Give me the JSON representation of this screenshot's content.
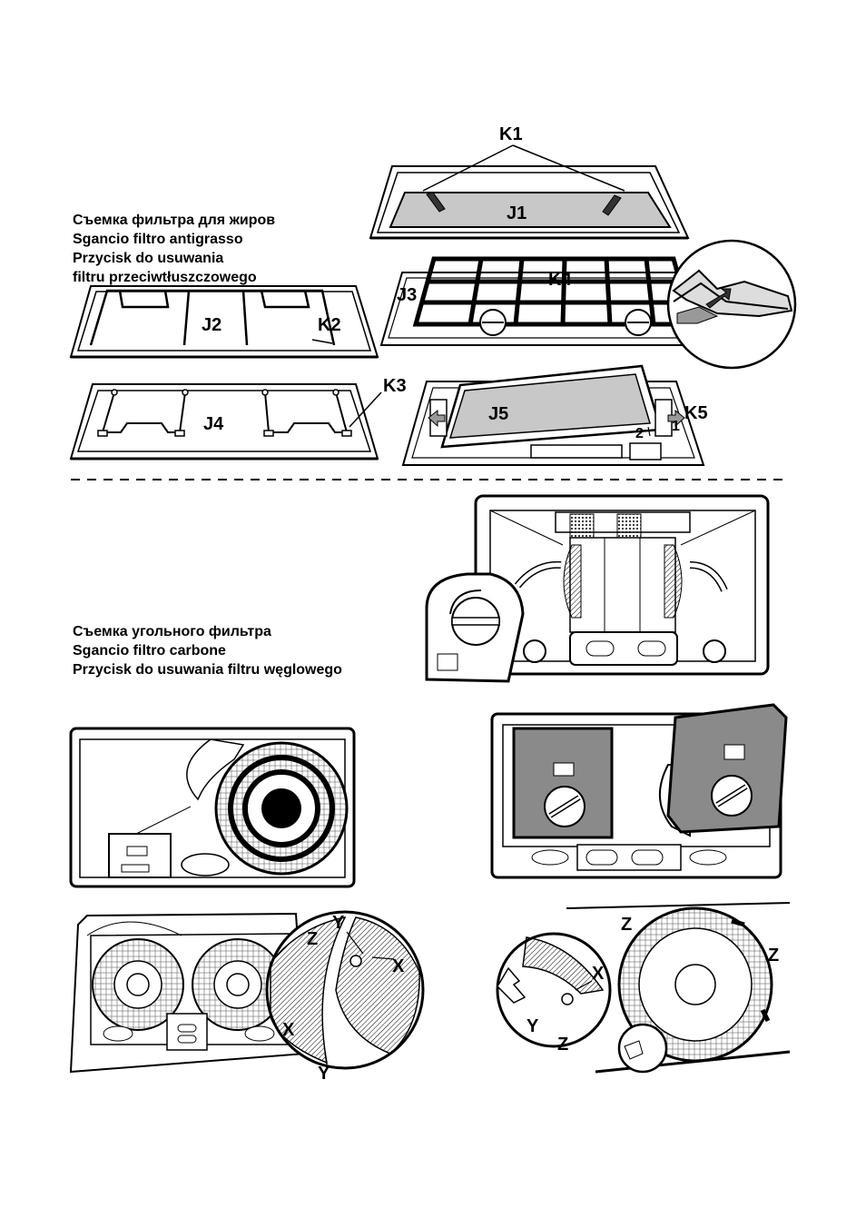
{
  "captions": {
    "grease": [
      "Съемка фильтра для жиров",
      "Sgancio filtro antigrasso",
      "Przycisk do usuwania",
      "filtru przeciwtłuszczowego"
    ],
    "carbon": [
      "Съемка угольного фильтра",
      "Sgancio filtro carbone",
      "Przycisk do usuwania filtru węglowego"
    ]
  },
  "labels": {
    "k1": "K1",
    "j1": "J1",
    "k4": "K4",
    "j3": "J3",
    "j2": "J2",
    "k2": "K2",
    "k3": "K3",
    "j4": "J4",
    "j5": "J5",
    "k5": "K5",
    "n1": "1",
    "n2": "2",
    "y1": "Y",
    "z1": "Z",
    "x1": "X",
    "x2": "X",
    "y2": "Y",
    "z2": "Z",
    "z3": "Z",
    "x3": "X",
    "y3": "Y",
    "z4": "Z"
  },
  "icons": [
    "arrow-icon",
    "screw-icon",
    "fan-icon",
    "lamp-icon"
  ]
}
